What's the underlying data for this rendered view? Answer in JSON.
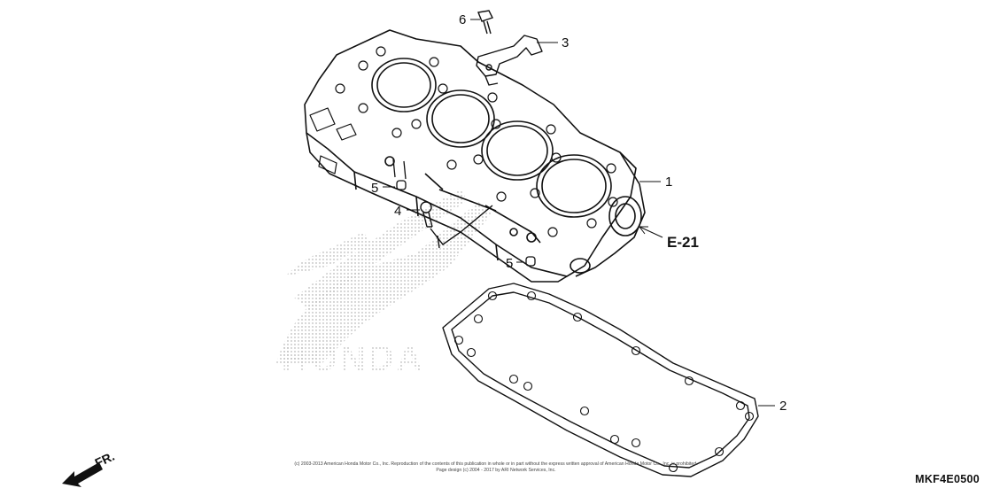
{
  "diagram": {
    "callouts": [
      {
        "id": "1",
        "label": "1"
      },
      {
        "id": "2",
        "label": "2"
      },
      {
        "id": "3",
        "label": "3"
      },
      {
        "id": "4",
        "label": "4"
      },
      {
        "id": "5a",
        "label": "5"
      },
      {
        "id": "5b",
        "label": "5"
      },
      {
        "id": "6",
        "label": "6"
      }
    ],
    "section_reference": "E-21",
    "front_label": "FR.",
    "watermark_text": "HONDA",
    "figure_code": "MKF4E0500",
    "copyright_line1": "(c) 2003-2013 American Honda Motor Co., Inc. Reproduction of the contents of this publication in whole or in part without the express written approval of American Honda Motor Co., Inc. is prohibited.",
    "copyright_line2": "Page design (c) 2004 - 2017 by ARI Network Services, Inc.",
    "colors": {
      "line": "#111111",
      "watermark": "#8a8a8a",
      "background": "#ffffff"
    }
  }
}
